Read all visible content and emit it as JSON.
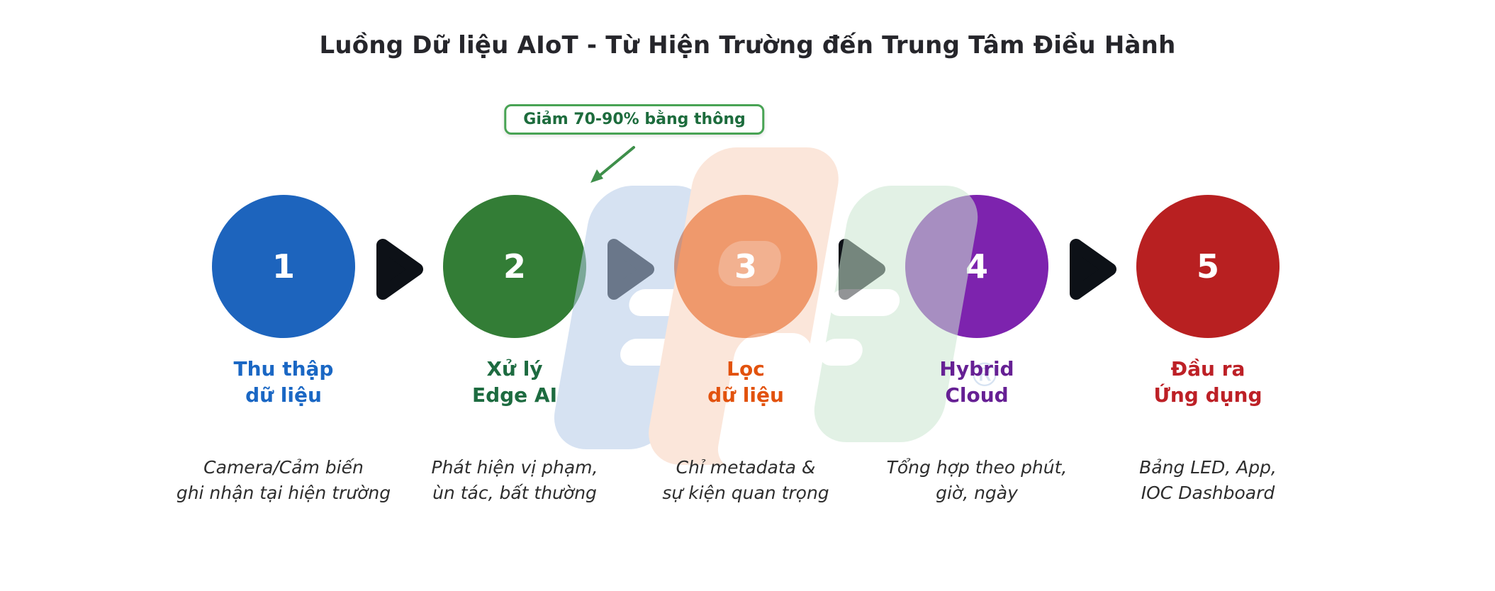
{
  "title": "Luồng Dữ liệu AIoT - Từ Hiện Trường đến Trung Tâm Điều Hành",
  "badge": {
    "label": "Giảm 70-90% bằng thông",
    "border_color": "#48a354",
    "text_color": "#1d6c3d"
  },
  "annotation_arrow": {
    "color": "#3e8f4a",
    "target": "step-2"
  },
  "flow": {
    "arrow_color": "#0d1117"
  },
  "watermark": {
    "icon": "fpt-logo",
    "registered": "®",
    "colors": {
      "f": "#b6cce8",
      "p": "#f8d3bc",
      "t": "#cbe7d1",
      "registered": "#b7cde9"
    }
  },
  "steps": [
    {
      "number": "1",
      "circle_color": "#1d64bd",
      "label": "Thu thập\ndữ liệu",
      "label_color": "#1a67c4",
      "description": "Camera/Cảm biến\nghi nhận tại hiện trường"
    },
    {
      "number": "2",
      "circle_color": "#337d36",
      "label": "Xử lý\nEdge AI",
      "label_color": "#1d6b40",
      "description": "Phát hiện vị phạm,\nùn tác, bất thường"
    },
    {
      "number": "3",
      "circle_color": "#e4520a",
      "label": "Lọc\ndữ liệu",
      "label_color": "#e2520d",
      "description": "Chỉ metadata &\nsự kiện quan trọng"
    },
    {
      "number": "4",
      "circle_color": "#7d23ae",
      "label": "Hybrid\nCloud",
      "label_color": "#662094",
      "description": "Tổng hợp theo phút,\ngiờ, ngày"
    },
    {
      "number": "5",
      "circle_color": "#b82021",
      "label": "Đầu ra\nỨng dụng",
      "label_color": "#bd2026",
      "description": "Bảng LED, App,\nIOC Dashboard"
    }
  ]
}
